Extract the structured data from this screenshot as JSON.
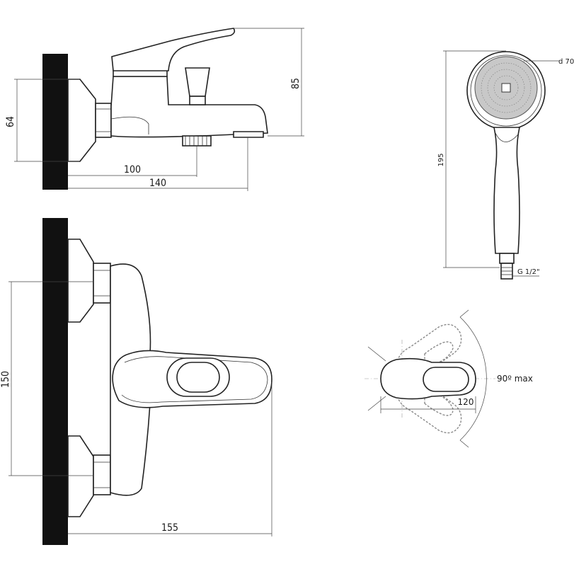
{
  "side_view": {
    "dim_height_outlet": "64",
    "dim_total_height": "85",
    "dim_shower_outlet": "100",
    "dim_spout_reach": "140"
  },
  "front_view": {
    "dim_inlet_spacing": "150",
    "dim_lever_reach": "155"
  },
  "hand_shower": {
    "dim_length": "195",
    "dim_head_diameter": "d 70",
    "thread_label": "G 1/2\""
  },
  "lever_detail": {
    "rotation_label": "90º max",
    "dim_lever_length": "120"
  }
}
